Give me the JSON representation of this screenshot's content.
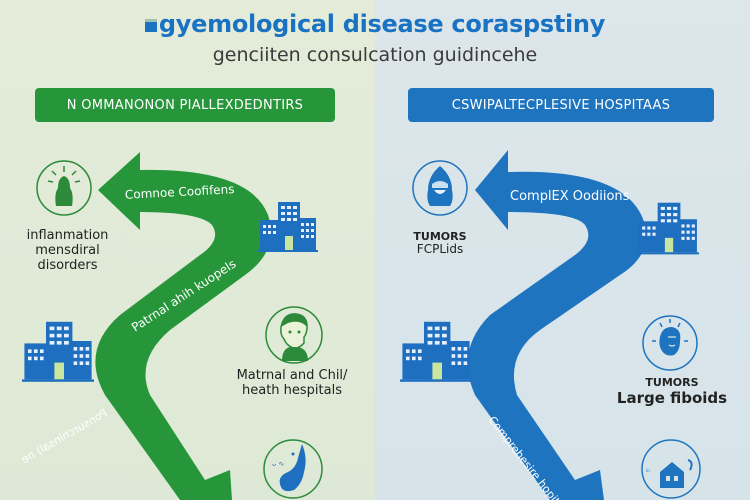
{
  "header": {
    "title": "gyemological disease coraspstiny",
    "subtitle": "genciiten consulcation guidincehe"
  },
  "left": {
    "heading": "N OMMANONON PIALLEXDEDNTIRS",
    "arrow_top_label": "Comnoe Coofifens",
    "arrow_mid_label": "Patrnal ahih kuopels",
    "arrow_bottom_label": "Ponsurcninsal) ne",
    "items": [
      {
        "icon": "inflammation-person-icon",
        "label_line1": "inflanmation",
        "label_line2": "mensdiral disorders"
      },
      {
        "icon": "patient-face-icon",
        "label_line1": "Matrnal and Chil/",
        "label_line2": "heath hespitals"
      },
      {
        "icon": "uterus-organ-icon",
        "label_line1": "",
        "label_line2": ""
      }
    ],
    "colors": {
      "accent": "#27963a",
      "circle_stroke": "#2d8a3a"
    }
  },
  "right": {
    "heading": "CSWIPALTECPLESIVE HOSPITAAS",
    "arrow_top_label": "ComplEX Oodiions",
    "arrow_bottom_label": "Comprehesire hopit",
    "items": [
      {
        "icon": "hooded-patient-icon",
        "label_line1": "TUMORS",
        "label_line2": "FCPLids"
      },
      {
        "icon": "head-pain-icon",
        "label_line1": "TUMORS",
        "label_line2": "Large fiboids"
      },
      {
        "icon": "hospital-house-icon",
        "label_line1": "",
        "label_line2": ""
      }
    ],
    "colors": {
      "accent": "#1f74c0",
      "circle_stroke": "#1f74c0"
    }
  },
  "colors": {
    "building": "#1f6fc0",
    "building_door": "#c8e6a0"
  }
}
